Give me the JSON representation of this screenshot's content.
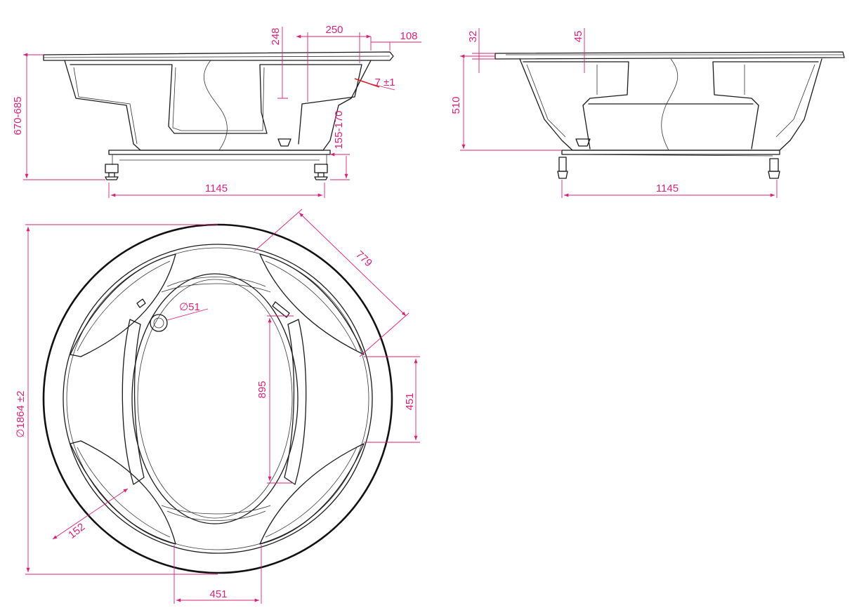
{
  "dimensions": {
    "side_a": {
      "total_height": "670-685",
      "depth_248": "248",
      "width_250": "250",
      "rim_108": "108",
      "angle": "7 ±1",
      "leg_height": "155-170",
      "leg_span": "1145"
    },
    "side_b": {
      "rim_32": "32",
      "rim_45": "45",
      "inner_height": "510",
      "leg_span": "1145"
    },
    "top": {
      "diameter": "∅1864 ±2",
      "diag_779": "779",
      "drain": "∅51",
      "inner_895": "895",
      "side_451": "451",
      "seat_152": "152",
      "bottom_451": "451"
    }
  },
  "colors": {
    "dimension": "#d4237a",
    "outline": "#1a1a1a",
    "accent": "#e0201e"
  }
}
